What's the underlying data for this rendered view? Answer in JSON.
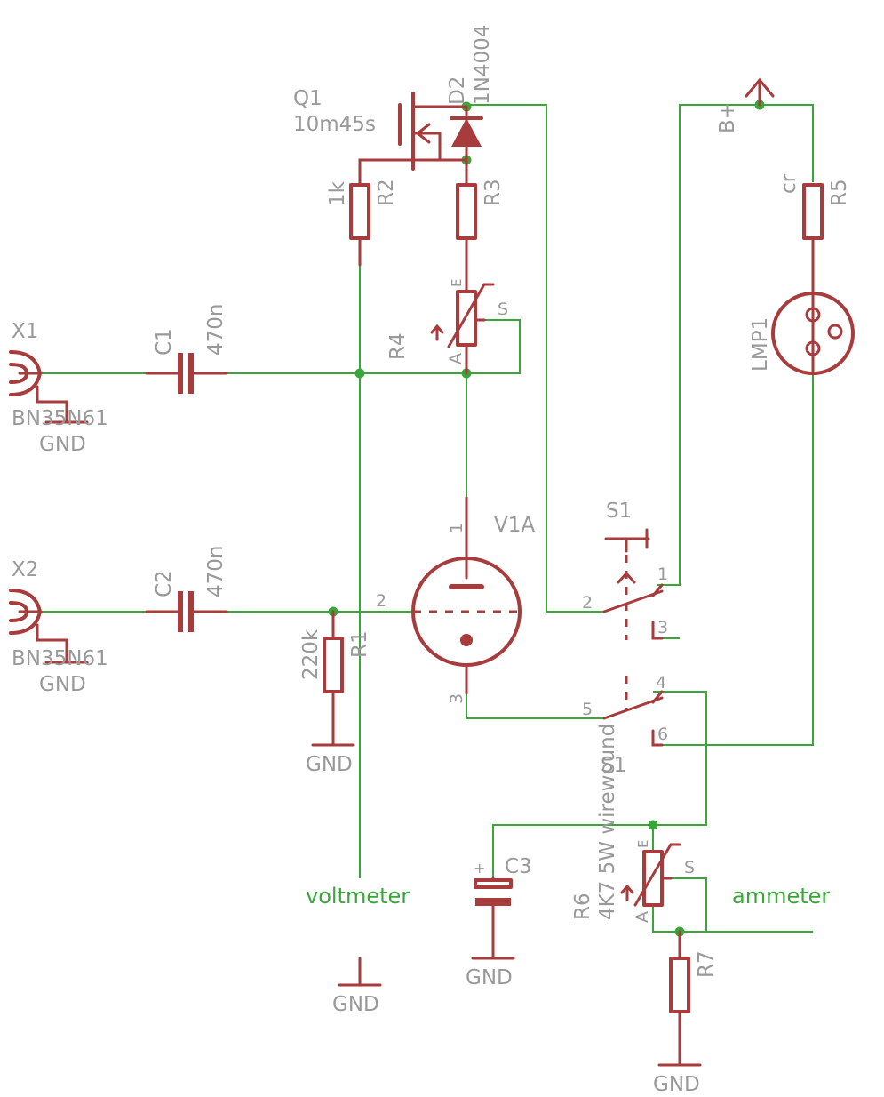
{
  "components": {
    "x1": {
      "name": "X1",
      "value": "BN35N61",
      "gnd": "GND"
    },
    "x2": {
      "name": "X2",
      "value": "BN35N61",
      "gnd": "GND"
    },
    "c1": {
      "name": "C1",
      "value": "470n"
    },
    "c2": {
      "name": "C2",
      "value": "470n"
    },
    "c3": {
      "name": "C3",
      "plus": "+"
    },
    "r1": {
      "name": "R1",
      "value": "220k"
    },
    "r2": {
      "name": "R2",
      "value": "1k"
    },
    "r3": {
      "name": "R3"
    },
    "r4": {
      "name": "R4",
      "pin_e": "E",
      "pin_s": "S",
      "pin_a": "A"
    },
    "r5": {
      "name": "R5",
      "value": "cr"
    },
    "r6": {
      "name": "R6",
      "value": "4K7 5W wirewound",
      "pin_e": "E",
      "pin_s": "S",
      "pin_a": "A"
    },
    "r7": {
      "name": "R7"
    },
    "q1": {
      "name": "Q1",
      "value": "10m45s"
    },
    "d2": {
      "name": "D2",
      "value": "1N4004"
    },
    "v1a": {
      "name": "V1A",
      "pin1": "1",
      "pin2": "2",
      "pin3": "3"
    },
    "lmp1": {
      "name": "LMP1"
    },
    "s1": {
      "name_top": "S1",
      "name_bottom": "S1",
      "pin1": "1",
      "pin2": "2",
      "pin3": "3",
      "pin4": "4",
      "pin5": "5",
      "pin6": "6"
    },
    "bplus": {
      "name": "B+"
    }
  },
  "ground_labels": {
    "r1": "GND",
    "voltmeter": "GND",
    "c3": "GND",
    "r7": "GND"
  },
  "nets": {
    "voltmeter": "voltmeter",
    "ammeter": "ammeter"
  },
  "colors": {
    "wire": "#3aa63a",
    "symbol": "#a83b3b",
    "label": "#999999",
    "background": "#ffffff"
  }
}
